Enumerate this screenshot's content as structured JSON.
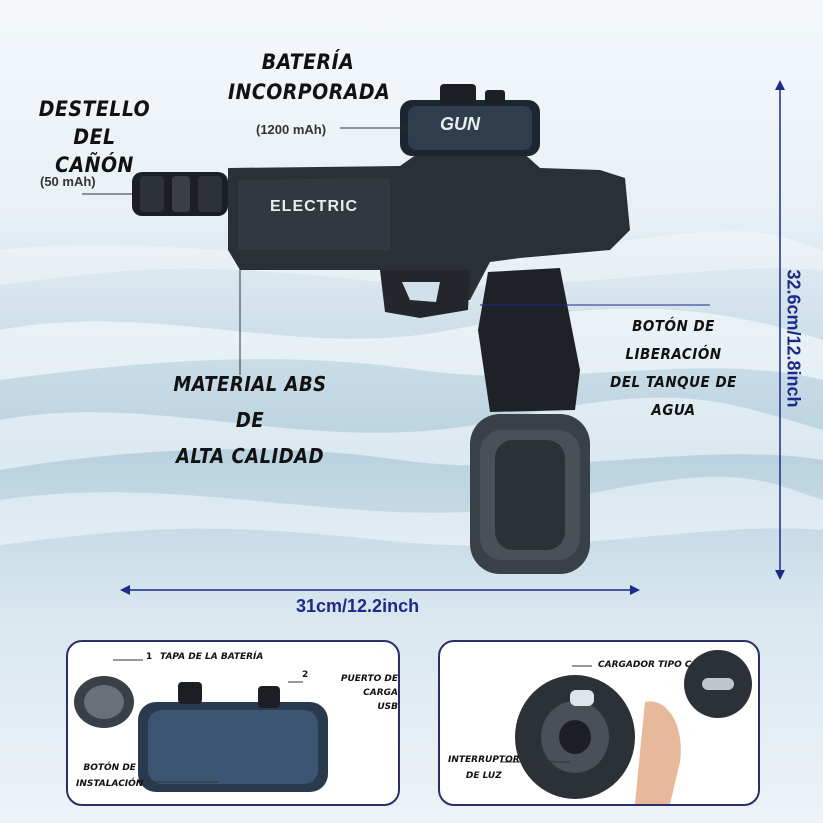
{
  "labels": {
    "muzzle_title_line1": "DESTELLO DEL",
    "muzzle_title_line2": "CAÑÓN",
    "muzzle_capacity": "(50 mAh)",
    "battery_title_line1": "BATERÍA",
    "battery_title_line2": "INCORPORADA",
    "battery_capacity": "(1200 mAh)",
    "release_line1": "BOTÓN DE LIBERACIÓN",
    "release_line2": "DEL TANQUE DE AGUA",
    "material_line1": "MATERIAL ABS DE",
    "material_line2": "ALTA CALIDAD"
  },
  "dimensions": {
    "width": "31cm/12.2inch",
    "height": "32.6cm/12.8inch"
  },
  "product_marks": {
    "side_text": "ELECTRIC",
    "scope_text": "GUN"
  },
  "panel_left": {
    "num1": "1",
    "battery_cover": "TAPA DE LA BATERÍA",
    "num2": "2",
    "charge_port_line1": "PUERTO DE CARGA",
    "charge_port_line2": "USB",
    "install_button_line1": "BOTÓN DE",
    "install_button_line2": "INSTALACIÓN"
  },
  "panel_right": {
    "charger": "CARGADOR TIPO C",
    "light_switch_line1": "INTERRUPTOR",
    "light_switch_line2": "DE LUZ"
  },
  "colors": {
    "dimension_blue": "#1d2a8a",
    "panel_border": "#2a2f6a",
    "gun_body": "#2b3035"
  }
}
